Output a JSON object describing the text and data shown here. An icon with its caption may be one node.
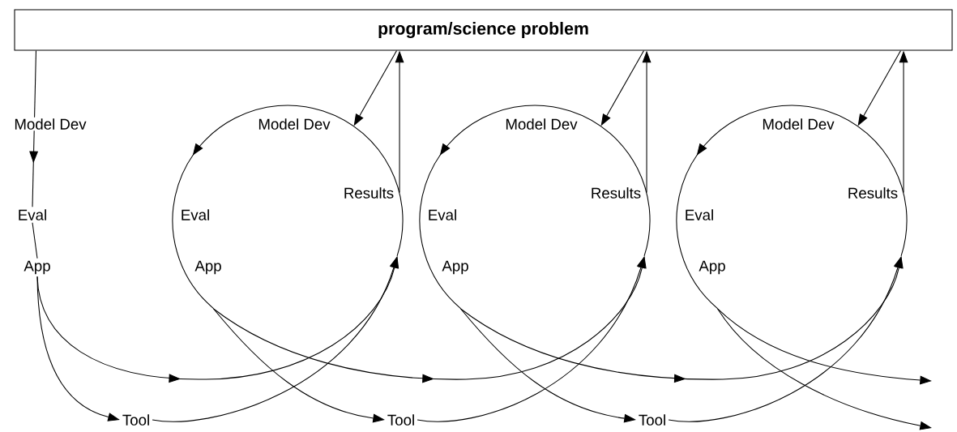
{
  "diagram": {
    "nodes": [
      {
        "text": [
          "program/science problem"
        ]
      },
      {
        "text": [
          "Eval"
        ]
      },
      {
        "text": [
          "App"
        ]
      },
      {
        "text": [
          "Tool"
        ]
      },
      {
        "text": [
          "Model Dev",
          "Results",
          "Eval",
          "App"
        ]
      },
      {
        "text": [
          "Tool"
        ]
      },
      {
        "text": [
          "Model Dev",
          "Results",
          "Eval",
          "App"
        ]
      },
      {
        "text": [
          "Tool"
        ]
      },
      {
        "text": [
          "Model Dev",
          "Results",
          "Eval",
          "App"
        ]
      }
    ],
    "edges": [
      {
        "from": 0,
        "to": 1,
        "arrow": "to",
        "label": "Model Dev"
      },
      {
        "from": 1,
        "to": 2,
        "arrow": "none"
      },
      {
        "from": 2,
        "to": 3,
        "arrow": "to"
      },
      {
        "from": 2,
        "to": 4,
        "arrow": "to"
      },
      {
        "from": 3,
        "to": 4,
        "arrow": "to"
      },
      {
        "from": 0,
        "to": 4,
        "arrow": "to"
      },
      {
        "from": 4,
        "to": 0,
        "arrow": "to"
      },
      {
        "from": 4,
        "to": 5,
        "arrow": "to"
      },
      {
        "from": 4,
        "to": 6,
        "arrow": "to"
      },
      {
        "from": 5,
        "to": 6,
        "arrow": "to"
      },
      {
        "from": 0,
        "to": 6,
        "arrow": "to"
      },
      {
        "from": 6,
        "to": 0,
        "arrow": "to"
      },
      {
        "from": 6,
        "to": 7,
        "arrow": "to"
      },
      {
        "from": 6,
        "to": 8,
        "arrow": "to"
      },
      {
        "from": 7,
        "to": 8,
        "arrow": "to"
      },
      {
        "from": 0,
        "to": 8,
        "arrow": "to"
      },
      {
        "from": 8,
        "to": 0,
        "arrow": "to"
      },
      {
        "from": 8,
        "to": null,
        "arrow": "to"
      },
      {
        "from": 8,
        "to": null,
        "arrow": "to"
      }
    ]
  }
}
